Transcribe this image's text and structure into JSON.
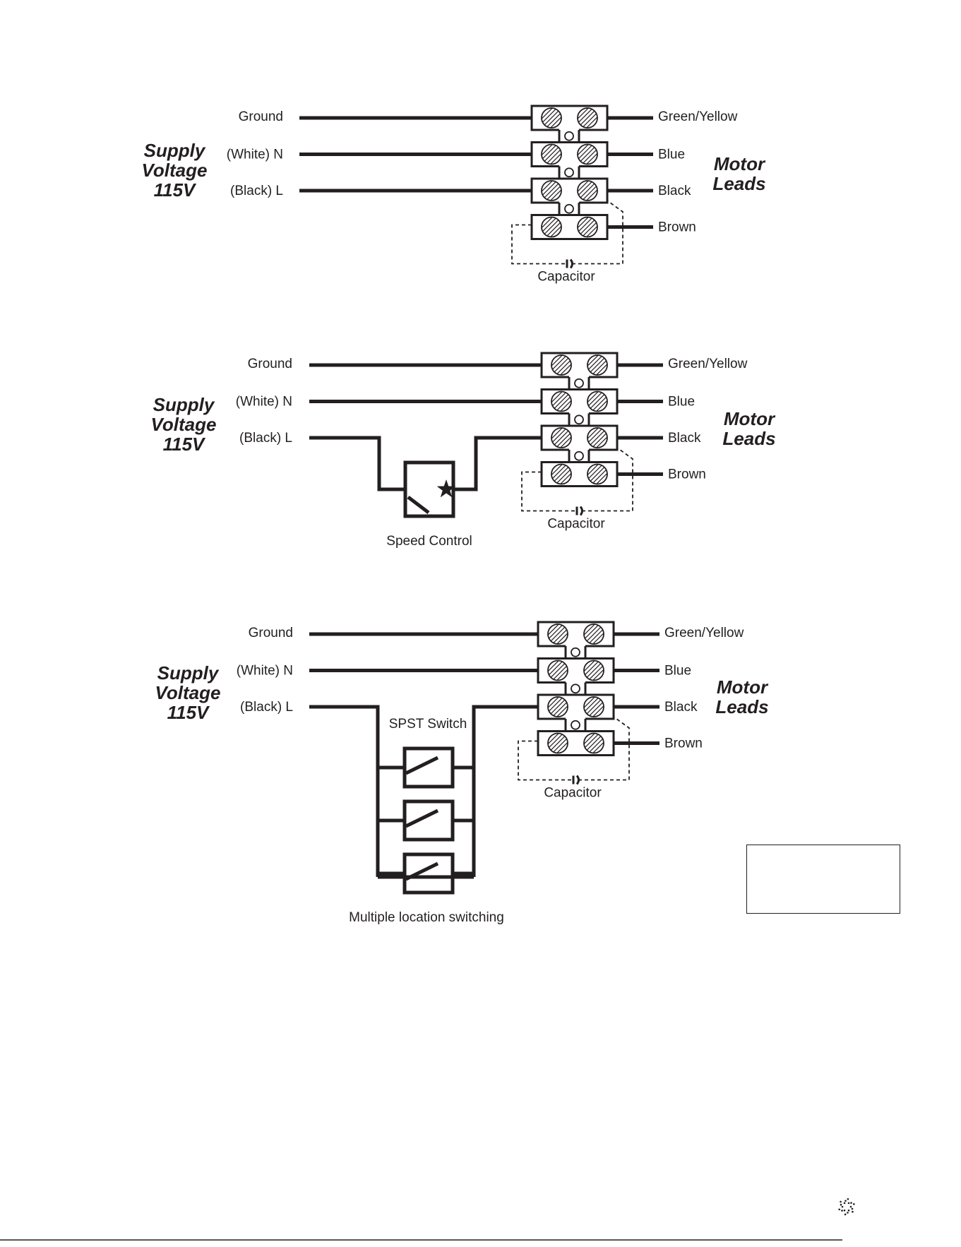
{
  "diagrams": [
    {
      "id": "standard",
      "supply_lines": [
        "Supply",
        "Voltage",
        "115V"
      ],
      "inputs": [
        "Ground",
        "(White) N",
        "(Black) L"
      ],
      "motor_leads": [
        "Green/Yellow",
        "Blue",
        "Black",
        "Brown"
      ],
      "motor_title": [
        "Motor",
        "Leads"
      ],
      "capacitor": "Capacitor"
    },
    {
      "id": "speed-control",
      "supply_lines": [
        "Supply",
        "Voltage",
        "115V"
      ],
      "inputs": [
        "Ground",
        "(White) N",
        "(Black) L"
      ],
      "motor_leads": [
        "Green/Yellow",
        "Blue",
        "Black",
        "Brown"
      ],
      "motor_title": [
        "Motor",
        "Leads"
      ],
      "capacitor": "Capacitor",
      "device_label": "Speed Control"
    },
    {
      "id": "multi-switch",
      "supply_lines": [
        "Supply",
        "Voltage",
        "115V"
      ],
      "inputs": [
        "Ground",
        "(White) N",
        "(Black) L"
      ],
      "motor_leads": [
        "Green/Yellow",
        "Blue",
        "Black",
        "Brown"
      ],
      "motor_title": [
        "Motor",
        "Leads"
      ],
      "capacitor": "Capacitor",
      "switch_label": "SPST Switch",
      "device_label": "Multiple location switching"
    }
  ],
  "note_box": ""
}
